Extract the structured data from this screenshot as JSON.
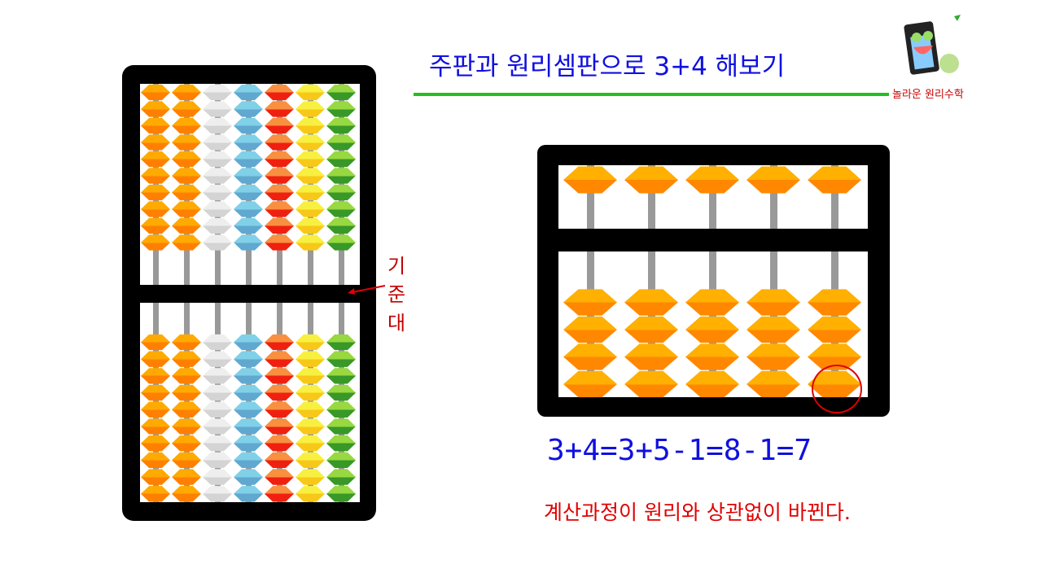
{
  "title": "주판과 원리셈판으로 3+4 해보기",
  "beam_label": [
    "기",
    "준",
    "대"
  ],
  "equation": "3+4=3+5-1=8-1=7",
  "note": "계산과정이 원리와 상관없이 바뀐다.",
  "logo_text": "놀라운 원리수학",
  "left_abacus": {
    "beads_top_per_column": 10,
    "beads_bottom_per_column": 10,
    "columns": [
      {
        "light": "#ffaa00",
        "dark": "#ff8000"
      },
      {
        "light": "#ffaa00",
        "dark": "#ff8000"
      },
      {
        "light": "#eeeeee",
        "dark": "#d4d4d4"
      },
      {
        "light": "#80d0e8",
        "dark": "#60a8d0"
      },
      {
        "light": "#f89040",
        "dark": "#f02010"
      },
      {
        "light": "#f8f040",
        "dark": "#f8c818"
      },
      {
        "light": "#98d840",
        "dark": "#389828"
      }
    ]
  },
  "right_abacus": {
    "columns": 5,
    "upper_beads": 1,
    "lower_beads": 4,
    "bead_colors": {
      "light": "#ffb000",
      "dark": "#ff8800"
    },
    "highlighted_column": 5,
    "highlighted_bead": 4
  },
  "colors": {
    "title": "#1010e0",
    "divider": "#22c022",
    "note": "#e00000"
  }
}
